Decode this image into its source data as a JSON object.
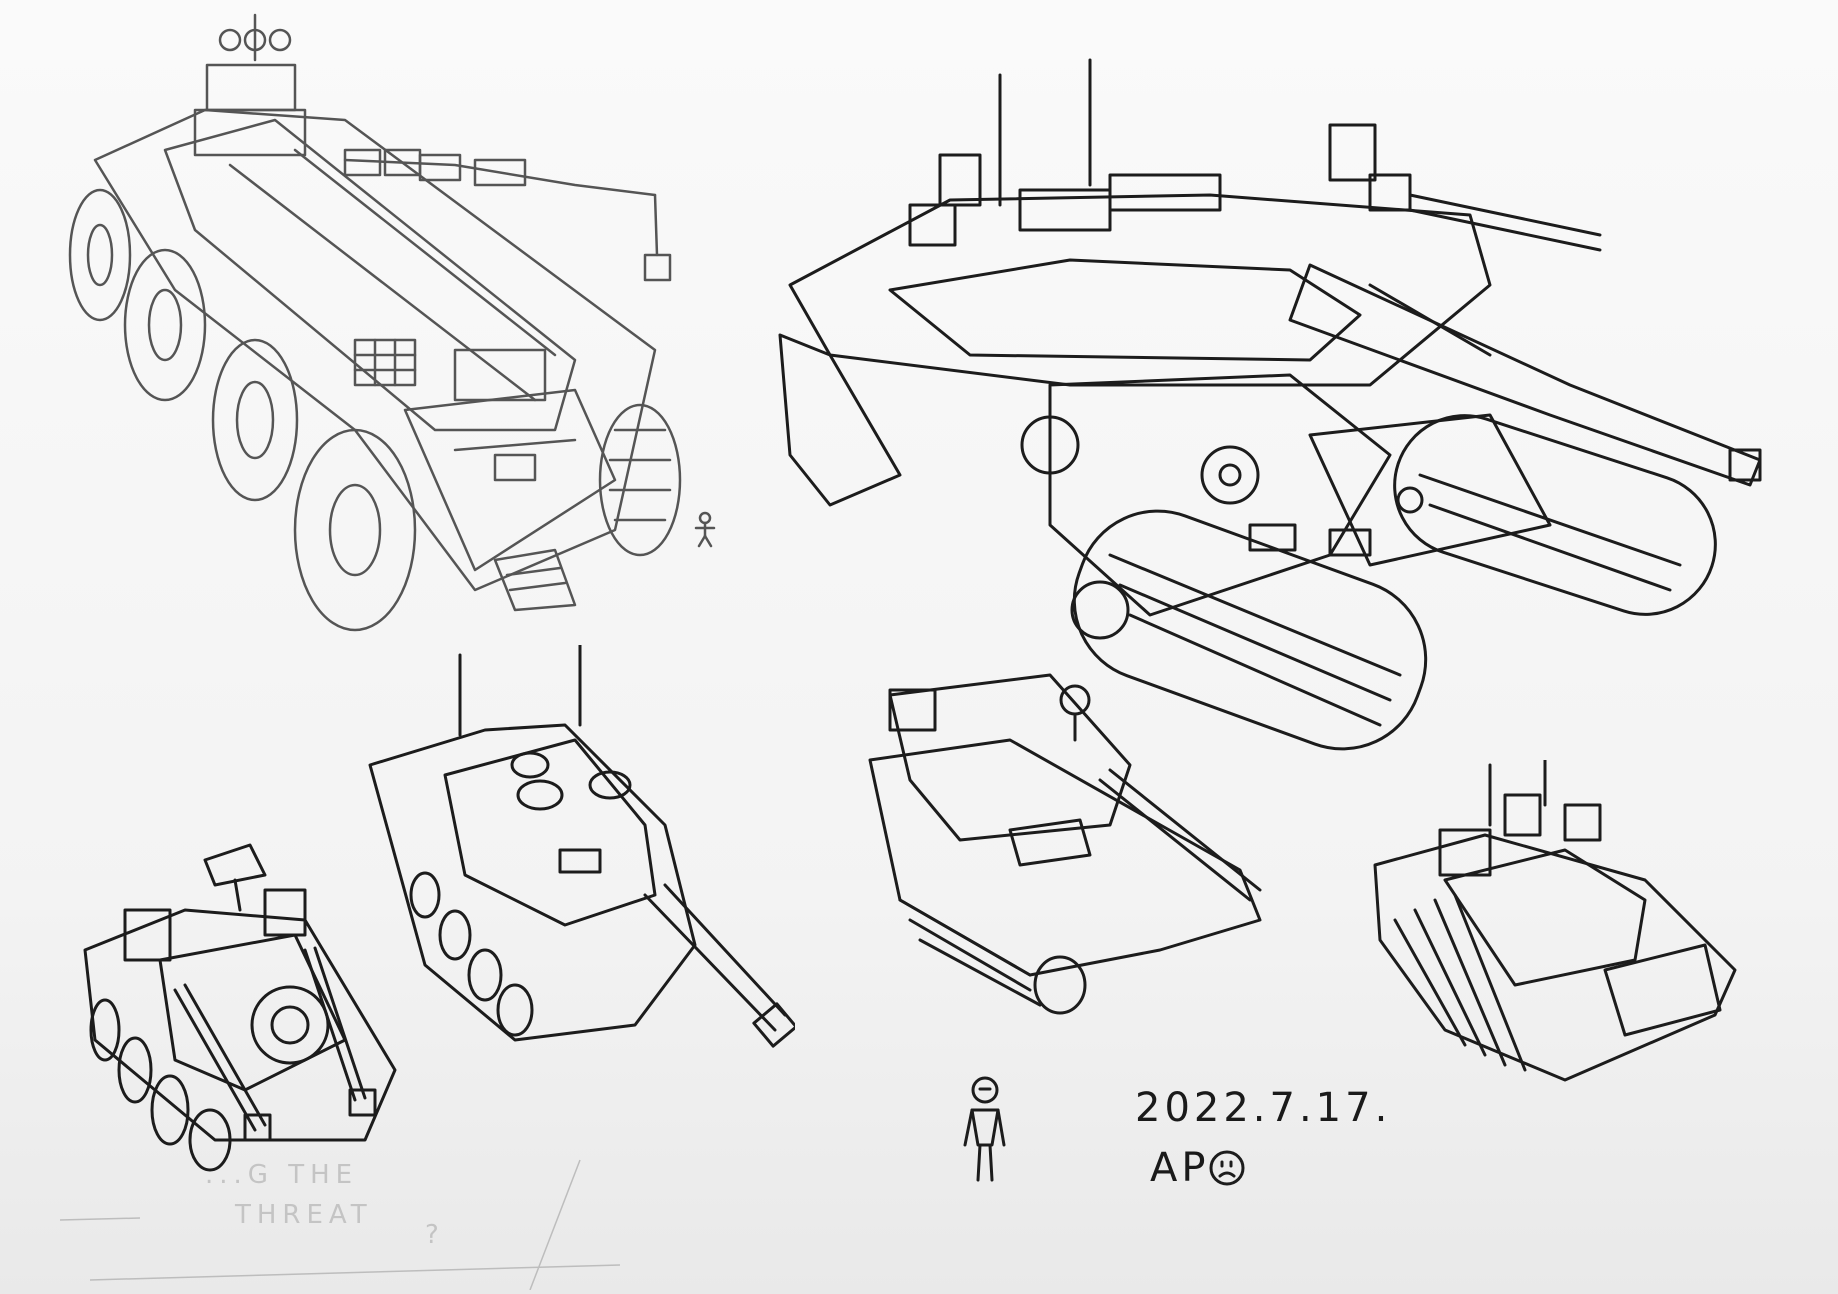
{
  "artwork": {
    "medium": "pencil and ink sketch on paper",
    "subject": "tank and armored vehicle concept designs",
    "date_text": "2022.7.17.",
    "signature": "AP",
    "signature_mark": "smiley-face-circle",
    "faint_text_line1": "...G THE",
    "faint_text_line2": "THREAT",
    "faint_text_line3": "?",
    "colors": {
      "ink": "#1c1c1c",
      "pencil": "#555555",
      "paper": "#f5f5f5"
    }
  },
  "sketches": [
    {
      "id": "six-wheeled-carrier",
      "description": "Large six-wheeled armored carrier with crane arm and antenna mast",
      "position": "top-left"
    },
    {
      "id": "super-heavy-tank",
      "description": "Super-heavy multi-track tank with long main cannon and multiple turrets",
      "position": "top-right"
    },
    {
      "id": "wheeled-tank-destroyer",
      "description": "Small wheeled vehicle with twin guns and radar dish",
      "position": "bottom-left"
    },
    {
      "id": "main-battle-tank-long-gun",
      "description": "Main battle tank with long gun and antennas",
      "position": "bottom-center-left"
    },
    {
      "id": "medium-tank",
      "description": "Tracked medium tank with turret periscope",
      "position": "bottom-center-right"
    },
    {
      "id": "infantry-fighting-vehicle",
      "description": "Tracked infantry fighting vehicle with small turret",
      "position": "bottom-right"
    },
    {
      "id": "scale-figure-small",
      "description": "Tiny human figure for scale beside carrier",
      "position": "top-left-middle"
    },
    {
      "id": "scale-figure-large",
      "description": "Human stick figure for scale",
      "position": "bottom-middle"
    }
  ]
}
